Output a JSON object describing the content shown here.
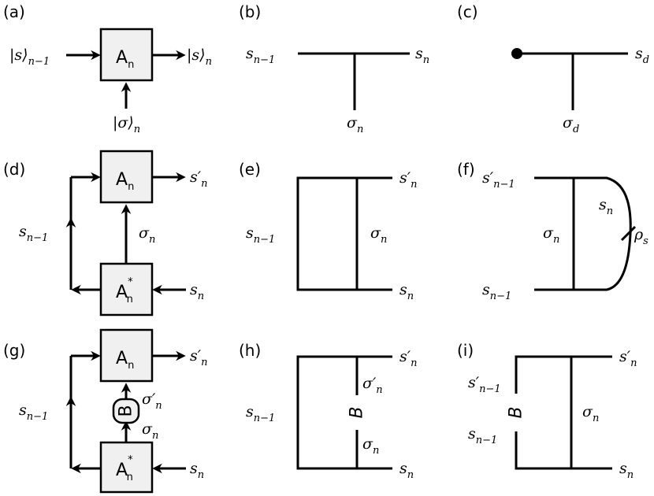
{
  "panels": {
    "a": {
      "tag": "(a)",
      "box": "A",
      "box_sub": "n",
      "in_left": "|s⟩",
      "in_left_sub": "n−1",
      "out_right": "|s⟩",
      "out_right_sub": "n",
      "in_bottom": "|σ⟩",
      "in_bottom_sub": "n"
    },
    "b": {
      "tag": "(b)",
      "left": "s",
      "left_sub": "n−1",
      "right": "s",
      "right_sub": "n",
      "bottom": "σ",
      "bottom_sub": "n"
    },
    "c": {
      "tag": "(c)",
      "right": "s",
      "right_sub": "d",
      "bottom": "σ",
      "bottom_sub": "d"
    },
    "d": {
      "tag": "(d)",
      "top_box": "A",
      "top_box_sub": "n",
      "bottom_box": "A",
      "bottom_box_sub": "n",
      "bottom_box_sup": "*",
      "out_top": "s′",
      "out_top_sub": "n",
      "in_bottom": "s",
      "in_bottom_sub": "n",
      "left": "s",
      "left_sub": "n−1",
      "mid": "σ",
      "mid_sub": "n"
    },
    "e": {
      "tag": "(e)",
      "top_right": "s′",
      "top_right_sub": "n",
      "bottom_right": "s",
      "bottom_right_sub": "n",
      "left": "s",
      "left_sub": "n−1",
      "mid": "σ",
      "mid_sub": "n"
    },
    "f": {
      "tag": "(f)",
      "top_left": "s′",
      "top_left_sub": "n−1",
      "bottom_left": "s",
      "bottom_left_sub": "n−1",
      "mid": "σ",
      "mid_sub": "n",
      "curve": "s",
      "curve_sub": "n",
      "rho": "ρ",
      "rho_sub": "s"
    },
    "g": {
      "tag": "(g)",
      "top_box": "A",
      "top_box_sub": "n",
      "bottom_box": "A",
      "bottom_box_sub": "n",
      "bottom_box_sup": "*",
      "out_top": "s′",
      "out_top_sub": "n",
      "in_bottom": "s",
      "in_bottom_sub": "n",
      "left": "s",
      "left_sub": "n−1",
      "b_label": "B",
      "upper": "σ′",
      "upper_sub": "n",
      "lower": "σ",
      "lower_sub": "n"
    },
    "h": {
      "tag": "(h)",
      "top_right": "s′",
      "top_right_sub": "n",
      "bottom_right": "s",
      "bottom_right_sub": "n",
      "left": "s",
      "left_sub": "n−1",
      "b_label": "B",
      "upper": "σ′",
      "upper_sub": "n",
      "lower": "σ",
      "lower_sub": "n"
    },
    "i": {
      "tag": "(i)",
      "top_right": "s′",
      "top_right_sub": "n",
      "bottom_right": "s",
      "bottom_right_sub": "n",
      "upper_left": "s′",
      "upper_left_sub": "n−1",
      "lower_left": "s",
      "lower_left_sub": "n−1",
      "b_label": "B",
      "mid": "σ",
      "mid_sub": "n"
    }
  }
}
